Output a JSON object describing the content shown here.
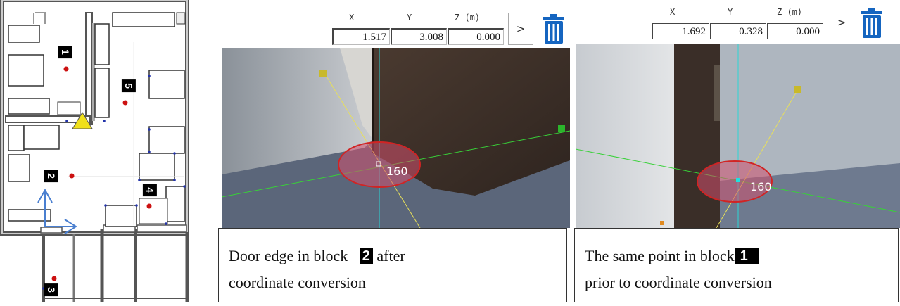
{
  "floor_plan": {
    "block_labels": [
      "1",
      "2",
      "3",
      "4",
      "5"
    ]
  },
  "panel_left": {
    "headers": {
      "x": "X",
      "y": "Y",
      "z": "Z (m)"
    },
    "values": {
      "x": "1.517",
      "y": "3.008",
      "z": "0.000"
    },
    "go_label": ">",
    "trash_icon": "trash-icon",
    "angle_label": "160",
    "caption": {
      "line1_before": "Door edge in block",
      "badge": "2",
      "line1_after": "after",
      "line2": "coordinate conversion"
    }
  },
  "panel_right": {
    "headers": {
      "x": "X",
      "y": "Y",
      "z": "Z (m)"
    },
    "values": {
      "x": "1.692",
      "y": "0.328",
      "z": "0.000"
    },
    "go_label": ">",
    "trash_icon": "trash-icon",
    "angle_label": "160",
    "caption": {
      "line1_before": "The same point in block",
      "badge": "1",
      "line2": "prior to coordinate conversion"
    }
  },
  "colors": {
    "trash_blue": "#1565c0",
    "marker_red": "#cc1111",
    "axis_blue": "#4a7fd0",
    "yellow_marker": "#f0e01a"
  }
}
